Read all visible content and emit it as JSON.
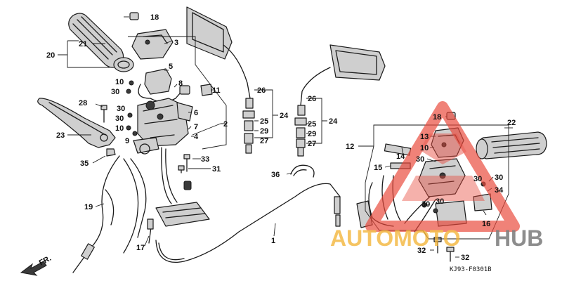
{
  "diagram": {
    "callouts": [
      {
        "id": "c18a",
        "text": "18"
      },
      {
        "id": "c3",
        "text": "3"
      },
      {
        "id": "c21",
        "text": "21"
      },
      {
        "id": "c20",
        "text": "20"
      },
      {
        "id": "c5",
        "text": "5"
      },
      {
        "id": "c10a",
        "text": "10"
      },
      {
        "id": "c30a",
        "text": "30"
      },
      {
        "id": "c8",
        "text": "8"
      },
      {
        "id": "c11",
        "text": "11"
      },
      {
        "id": "c30b",
        "text": "30"
      },
      {
        "id": "c28",
        "text": "28"
      },
      {
        "id": "c6",
        "text": "6"
      },
      {
        "id": "c30c",
        "text": "30"
      },
      {
        "id": "c7",
        "text": "7"
      },
      {
        "id": "c2",
        "text": "2"
      },
      {
        "id": "c23",
        "text": "23"
      },
      {
        "id": "c10b",
        "text": "10"
      },
      {
        "id": "c9",
        "text": "9"
      },
      {
        "id": "c4",
        "text": "4"
      },
      {
        "id": "c35",
        "text": "35"
      },
      {
        "id": "c33",
        "text": "33"
      },
      {
        "id": "c31",
        "text": "31"
      },
      {
        "id": "c19",
        "text": "19"
      },
      {
        "id": "c17",
        "text": "17"
      },
      {
        "id": "c1",
        "text": "1"
      },
      {
        "id": "c26a",
        "text": "26"
      },
      {
        "id": "c25a",
        "text": "25"
      },
      {
        "id": "c29a",
        "text": "29"
      },
      {
        "id": "c27a",
        "text": "27"
      },
      {
        "id": "c24a",
        "text": "24"
      },
      {
        "id": "c26b",
        "text": "26"
      },
      {
        "id": "c25b",
        "text": "25"
      },
      {
        "id": "c29b",
        "text": "29"
      },
      {
        "id": "c27b",
        "text": "27"
      },
      {
        "id": "c24b",
        "text": "24"
      },
      {
        "id": "c36",
        "text": "36"
      },
      {
        "id": "c18b",
        "text": "18"
      },
      {
        "id": "c22",
        "text": "22"
      },
      {
        "id": "c13",
        "text": "13"
      },
      {
        "id": "c12",
        "text": "12"
      },
      {
        "id": "c10c",
        "text": "10"
      },
      {
        "id": "c14",
        "text": "14"
      },
      {
        "id": "c30d",
        "text": "30"
      },
      {
        "id": "c15",
        "text": "15"
      },
      {
        "id": "c30e",
        "text": "30"
      },
      {
        "id": "c30f",
        "text": "30"
      },
      {
        "id": "c34",
        "text": "34"
      },
      {
        "id": "c30g",
        "text": "30"
      },
      {
        "id": "c30h",
        "text": "30"
      },
      {
        "id": "c16",
        "text": "16"
      },
      {
        "id": "c32a",
        "text": "32"
      },
      {
        "id": "c32b",
        "text": "32"
      }
    ],
    "front_indicator": "FR.",
    "drawing_code": "KJ93-F0301B"
  },
  "watermark": {
    "word_part1": "AUTOMOTO",
    "word_part2": "HUB",
    "accent_color": "#e8473a",
    "gold_color": "#f2b233",
    "grey_color": "#6b6b6b"
  }
}
